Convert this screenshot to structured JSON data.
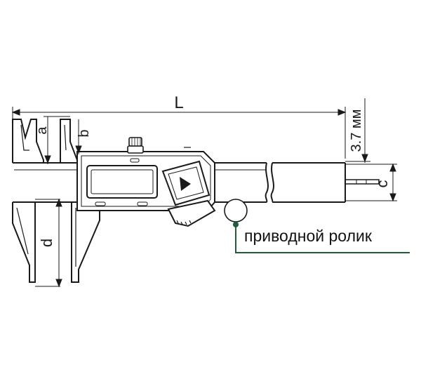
{
  "labels": {
    "L": "L",
    "a": "a",
    "b": "b",
    "c": "c",
    "d": "d",
    "thickness": "3.7 мм",
    "callout": "приводной ролик"
  },
  "colors": {
    "outline": "#1a1a1a",
    "background": "#ffffff",
    "accent": "#1e5e3a"
  },
  "icons": {
    "display_button": "play-triangle-icon",
    "roller": "roller-circle-icon"
  }
}
